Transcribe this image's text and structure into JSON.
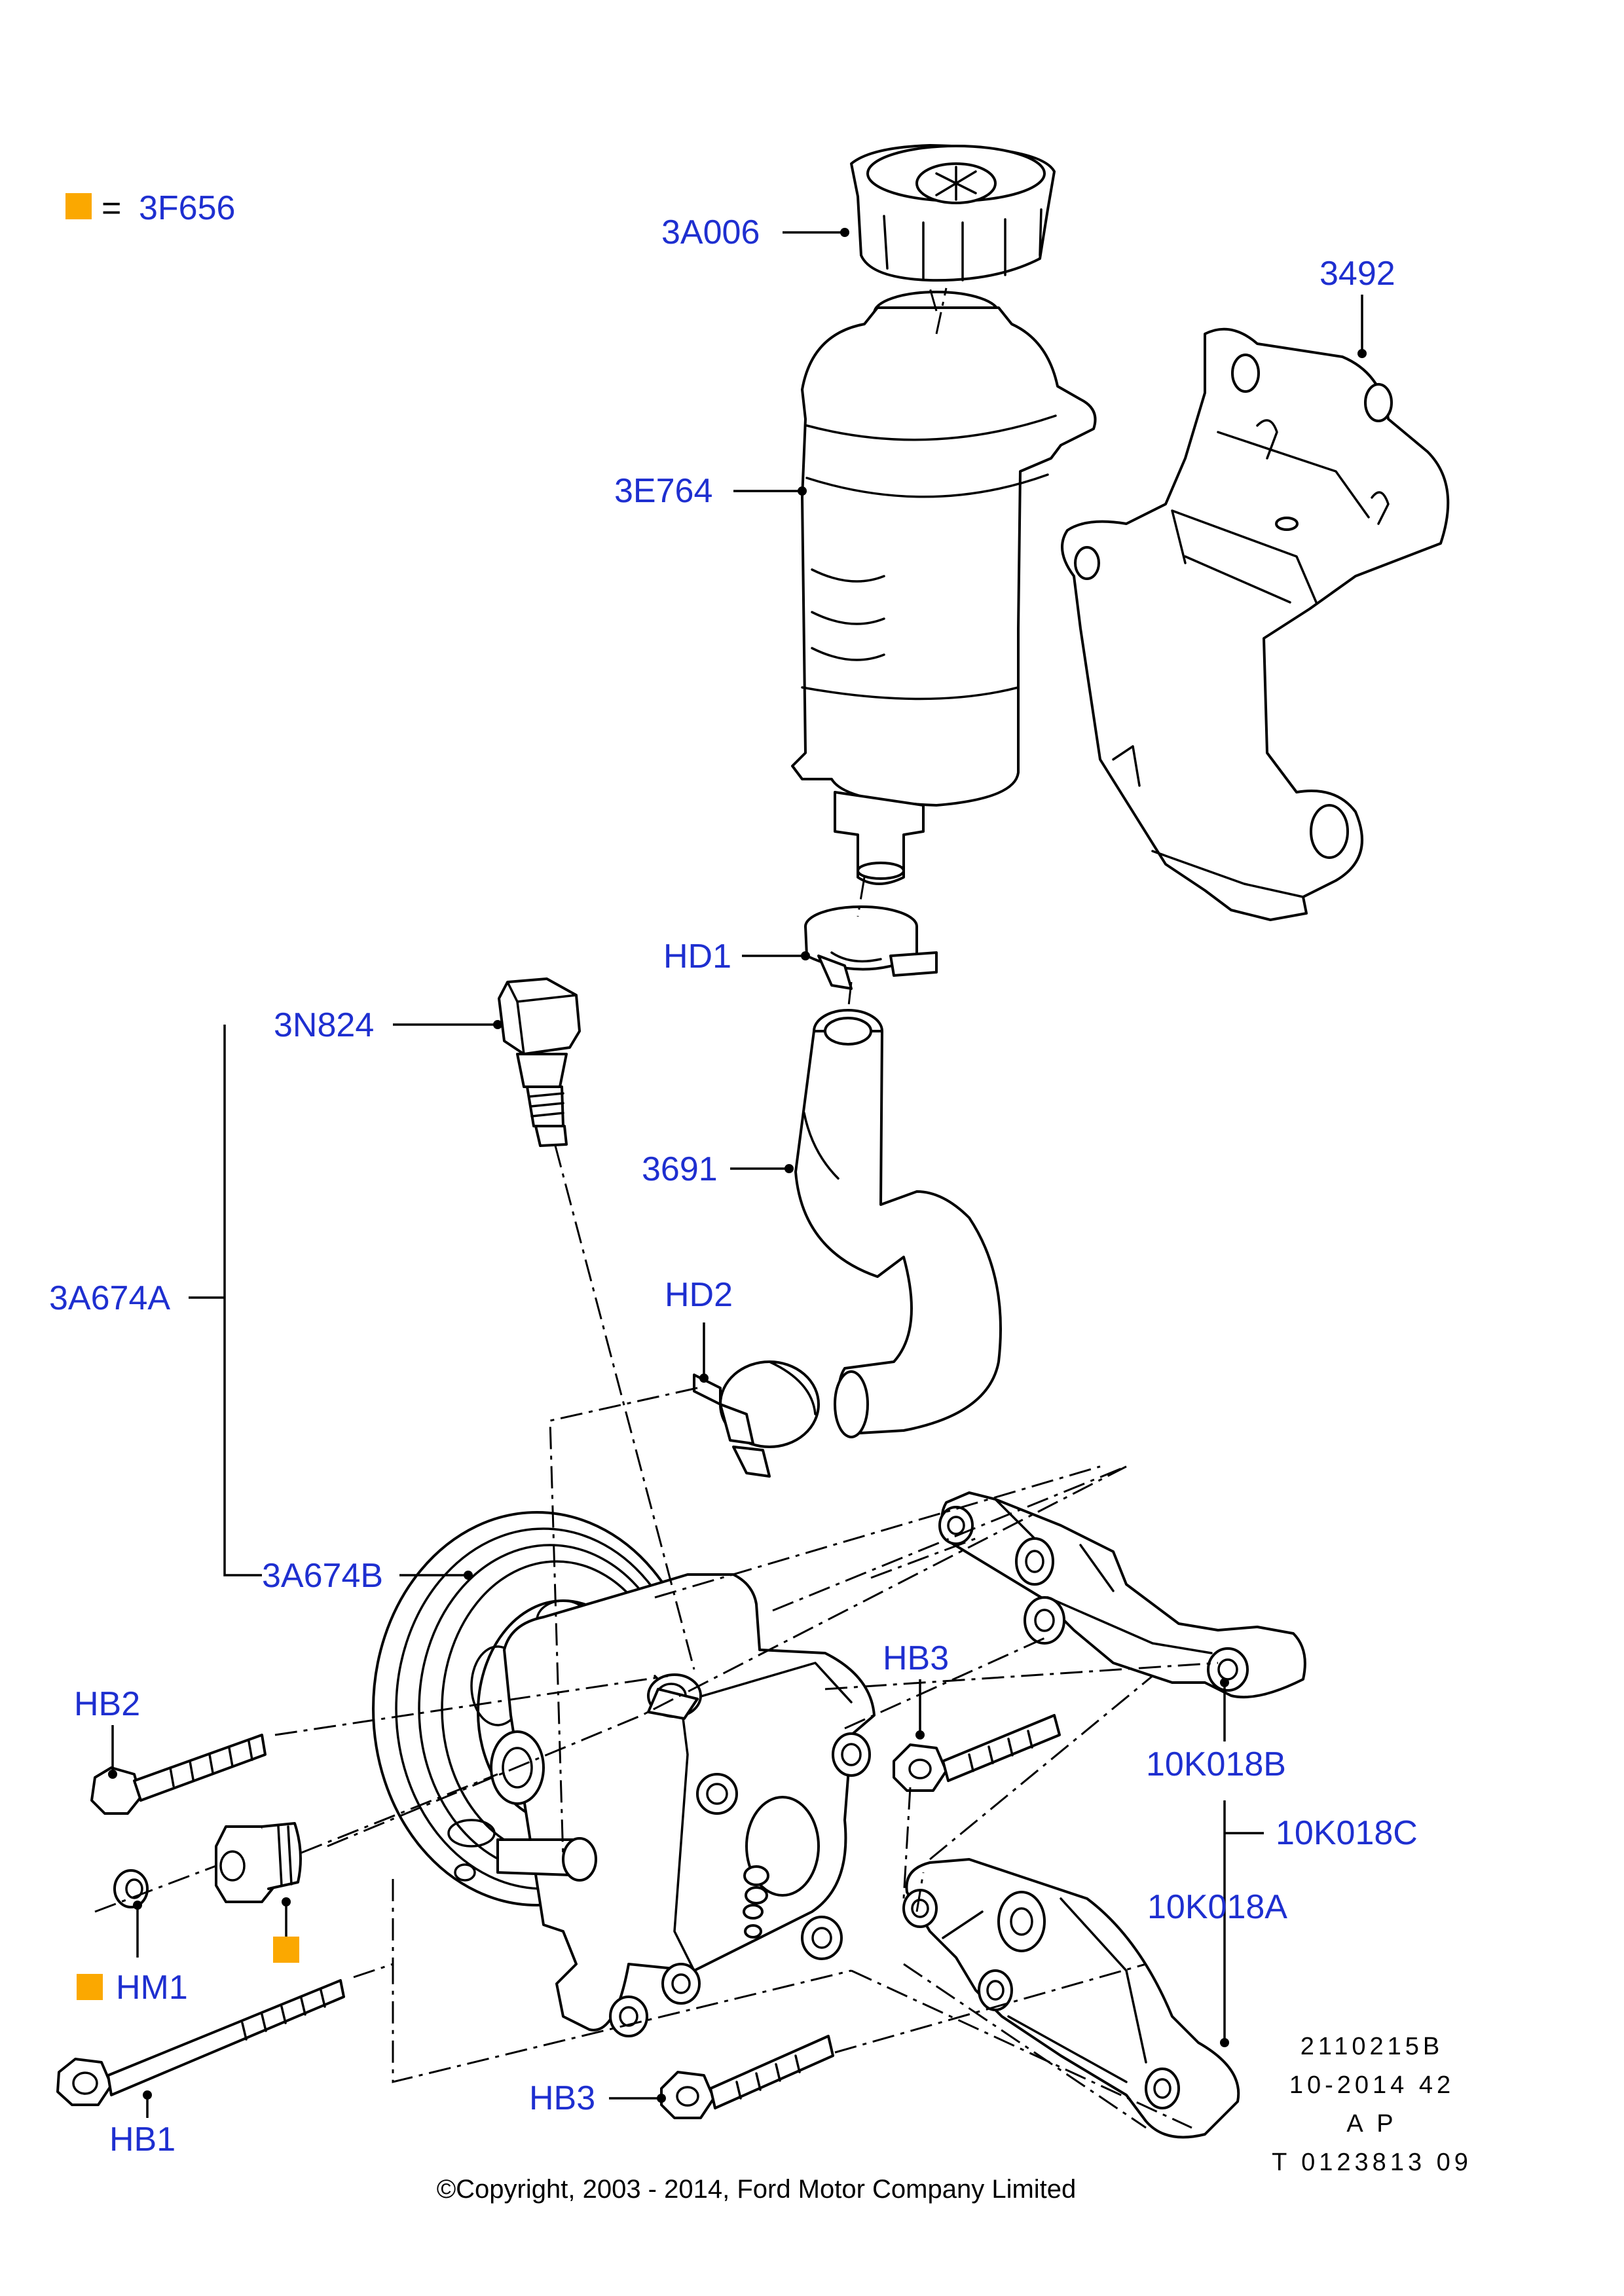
{
  "legend": {
    "symbol_color": "#FBA800",
    "equals": "=",
    "ref": "3F656"
  },
  "colors": {
    "label": "#1E2FD0",
    "line": "#000000",
    "marker": "#FBA800"
  },
  "labels": {
    "cap": "3A006",
    "bracket": "3492",
    "reservoir": "3E764",
    "clamp_upper": "HD1",
    "sensor": "3N824",
    "hose": "3691",
    "pump_assembly": "3A674A",
    "clamp_lower": "HD2",
    "pump": "3A674B",
    "bolt_hb3_upper": "HB3",
    "bolt_hb2": "HB2",
    "bracket_b": "10K018B",
    "bracket_c": "10K018C",
    "bracket_a": "10K018A",
    "seal_hm1": "HM1",
    "bolt_hb3_lower": "HB3",
    "bolt_hb1": "HB1"
  },
  "meta": {
    "line1": "2110215B",
    "line2": "10-2014 42",
    "line3": "A P",
    "line4": "T 0123813 09"
  },
  "copyright": "©Copyright, 2003 - 2014, Ford Motor Company Limited"
}
